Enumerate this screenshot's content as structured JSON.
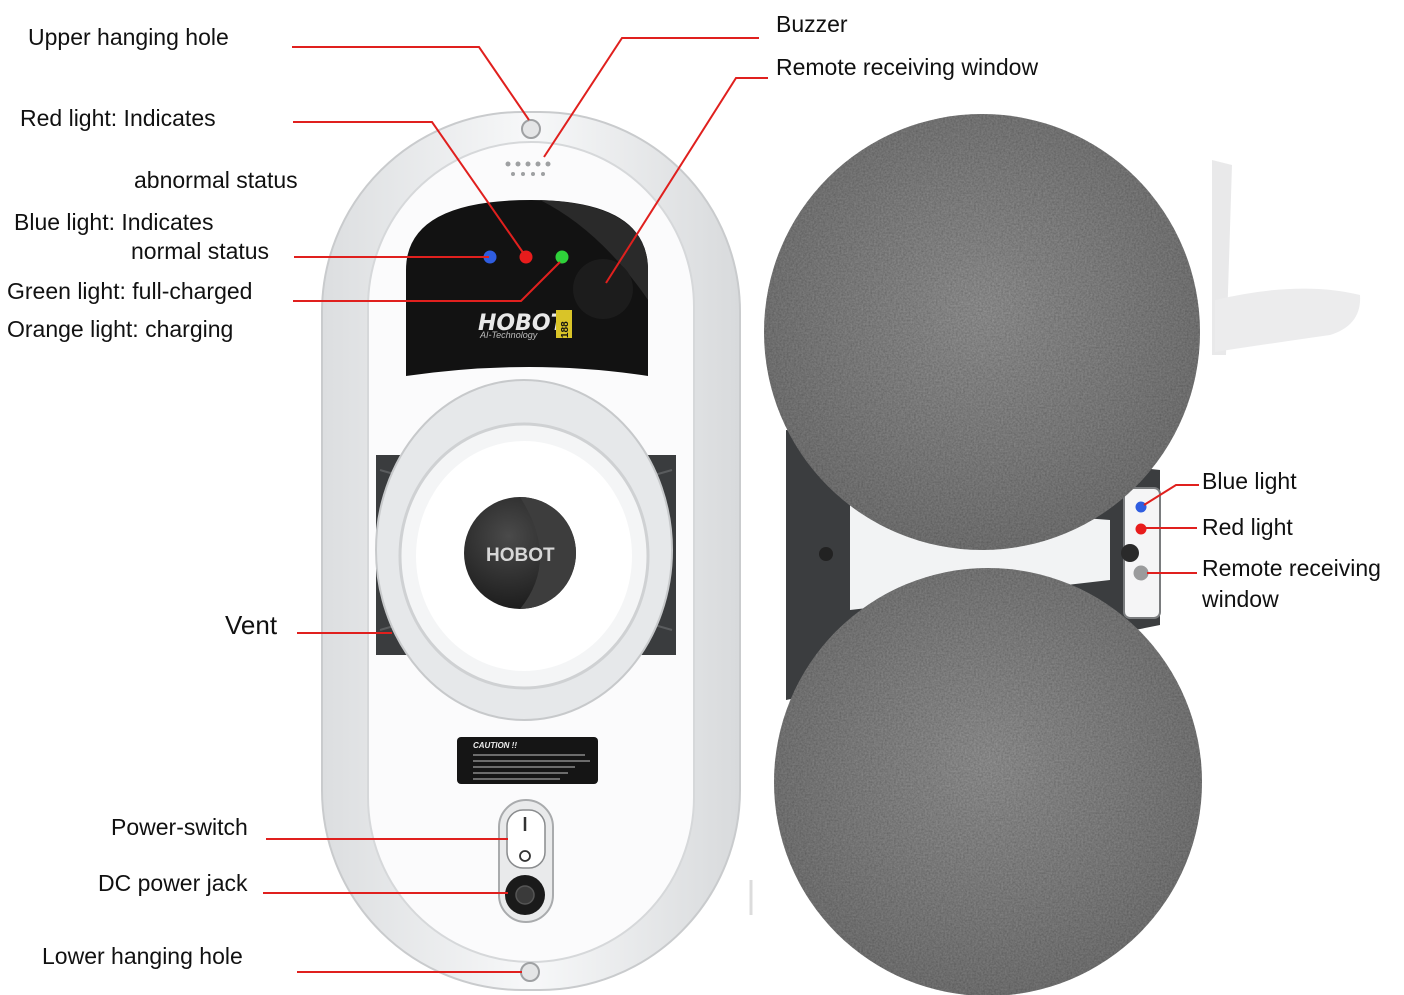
{
  "colors": {
    "leader_line": "#e0201e",
    "blue_led": "#2f5de0",
    "red_led": "#e81c1c",
    "green_led": "#2fd13a",
    "body_white": "#f2f3f4",
    "panel_black": "#121212",
    "pad_gray": "#8d8d8d"
  },
  "device": {
    "panel_brand": "HOBOT",
    "panel_model": "188",
    "panel_sub": "AI-Technology",
    "hub_brand": "HOBOT",
    "caution_title": "CAUTION !!"
  },
  "labels": {
    "upper_hanging_hole": "Upper hanging hole",
    "red_light_line1": "Red light: Indicates",
    "red_light_line2": "abnormal status",
    "blue_light_line1": "Blue light: Indicates",
    "blue_light_line2": "normal status",
    "green_light": "Green light: full-charged",
    "orange_light": "Orange light: charging",
    "vent": "Vent",
    "power_switch": "Power-switch",
    "dc_power_jack": "DC power jack",
    "lower_hanging_hole": "Lower hanging hole",
    "buzzer": "Buzzer",
    "remote_receiving_window": "Remote receiving window",
    "side_blue_light": "Blue light",
    "side_red_light": "Red light",
    "side_remote_line1": "Remote receiving",
    "side_remote_line2": "window"
  }
}
